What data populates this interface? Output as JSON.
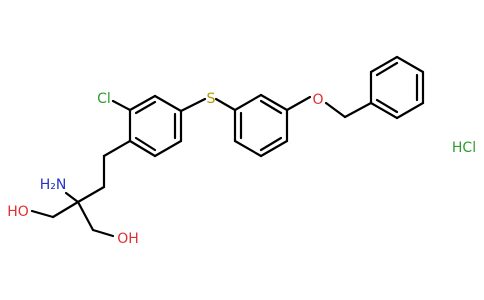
{
  "molecule": {
    "atoms": {
      "cl": {
        "text": "Cl",
        "color": "#2e9e2e"
      },
      "s": {
        "text": "S",
        "color": "#b39b00"
      },
      "o_ether": {
        "text": "O",
        "color": "#e03030"
      },
      "nh2": {
        "text": "H₂N",
        "color": "#2233cc"
      },
      "oh_left": {
        "text": "HO",
        "color": "#e03030"
      },
      "oh_right": {
        "text": "OH",
        "color": "#e03030"
      },
      "hcl": {
        "text": "HCl",
        "color": "#2e9e2e"
      }
    },
    "bond_color": "#000000"
  }
}
